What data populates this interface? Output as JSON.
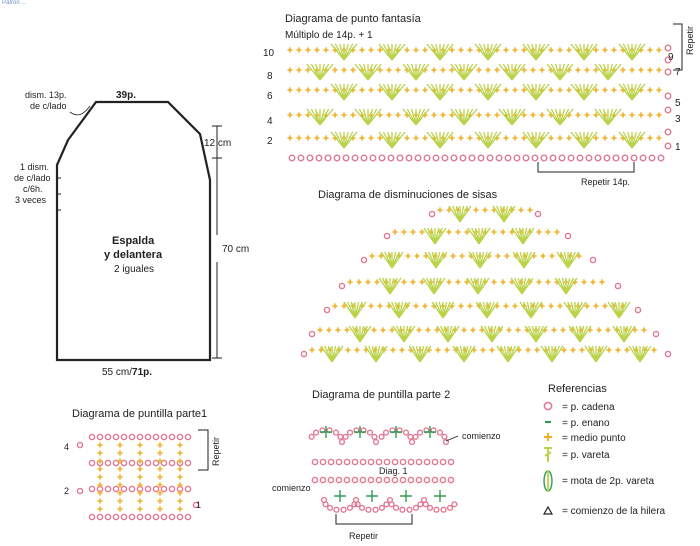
{
  "corner_tag": "Patrón ...",
  "pattern_diagram": {
    "title": "Diagrama de punto fantasía",
    "subtitle": "Múltiplo de 14p. + 1",
    "left_rows": [
      "10",
      "8",
      "6",
      "4",
      "2"
    ],
    "right_rows": [
      "9",
      "7",
      "5",
      "3",
      "1"
    ],
    "repeat_side": "Repetir",
    "repeat_bottom": "Repetir 14p."
  },
  "schematic": {
    "top_count": "39p.",
    "dec_top": [
      "dism. 13p.",
      "de c/lado"
    ],
    "dec_side": [
      "1 dism.",
      "de c/lado",
      "c/6h.",
      "3 veces"
    ],
    "height_top": "12 cm",
    "height_total": "70 cm",
    "name_1": "Espalda",
    "name_2": "y delantera",
    "name_3": "2 iguales",
    "width_cm": "55 cm/",
    "width_p": "71p."
  },
  "armhole_diagram": {
    "title": "Diagrama de disminuciones de sisas"
  },
  "edging1": {
    "title": "Diagrama  de puntilla parte1",
    "rows": [
      "4",
      "2",
      "1"
    ],
    "repeat": "Repetir"
  },
  "edging2": {
    "title": "Diagrama de puntilla parte 2",
    "start_right": "comienzo",
    "start_left": "comienzo",
    "diag_label": "Diag. 1",
    "repeat": "Repetir"
  },
  "legend": {
    "title": "Referencias",
    "items": [
      {
        "icon": "chain-circle-icon",
        "label": "= p. cadena"
      },
      {
        "icon": "slip-stitch-icon",
        "label": "= p. enano"
      },
      {
        "icon": "single-crochet-icon",
        "label": "= medio punto"
      },
      {
        "icon": "double-crochet-icon",
        "label": "= p. vareta"
      },
      {
        "icon": "two-dc-cluster-icon",
        "label": "= mota de 2p. vareta"
      },
      {
        "icon": "row-start-triangle-icon",
        "label": "= comienzo de la hilera"
      }
    ]
  },
  "colors": {
    "chain": "#e27a93",
    "stitch": "#f1b22a",
    "dc": "#b9d34a",
    "slip": "#2f9e54",
    "ink": "#222222"
  }
}
